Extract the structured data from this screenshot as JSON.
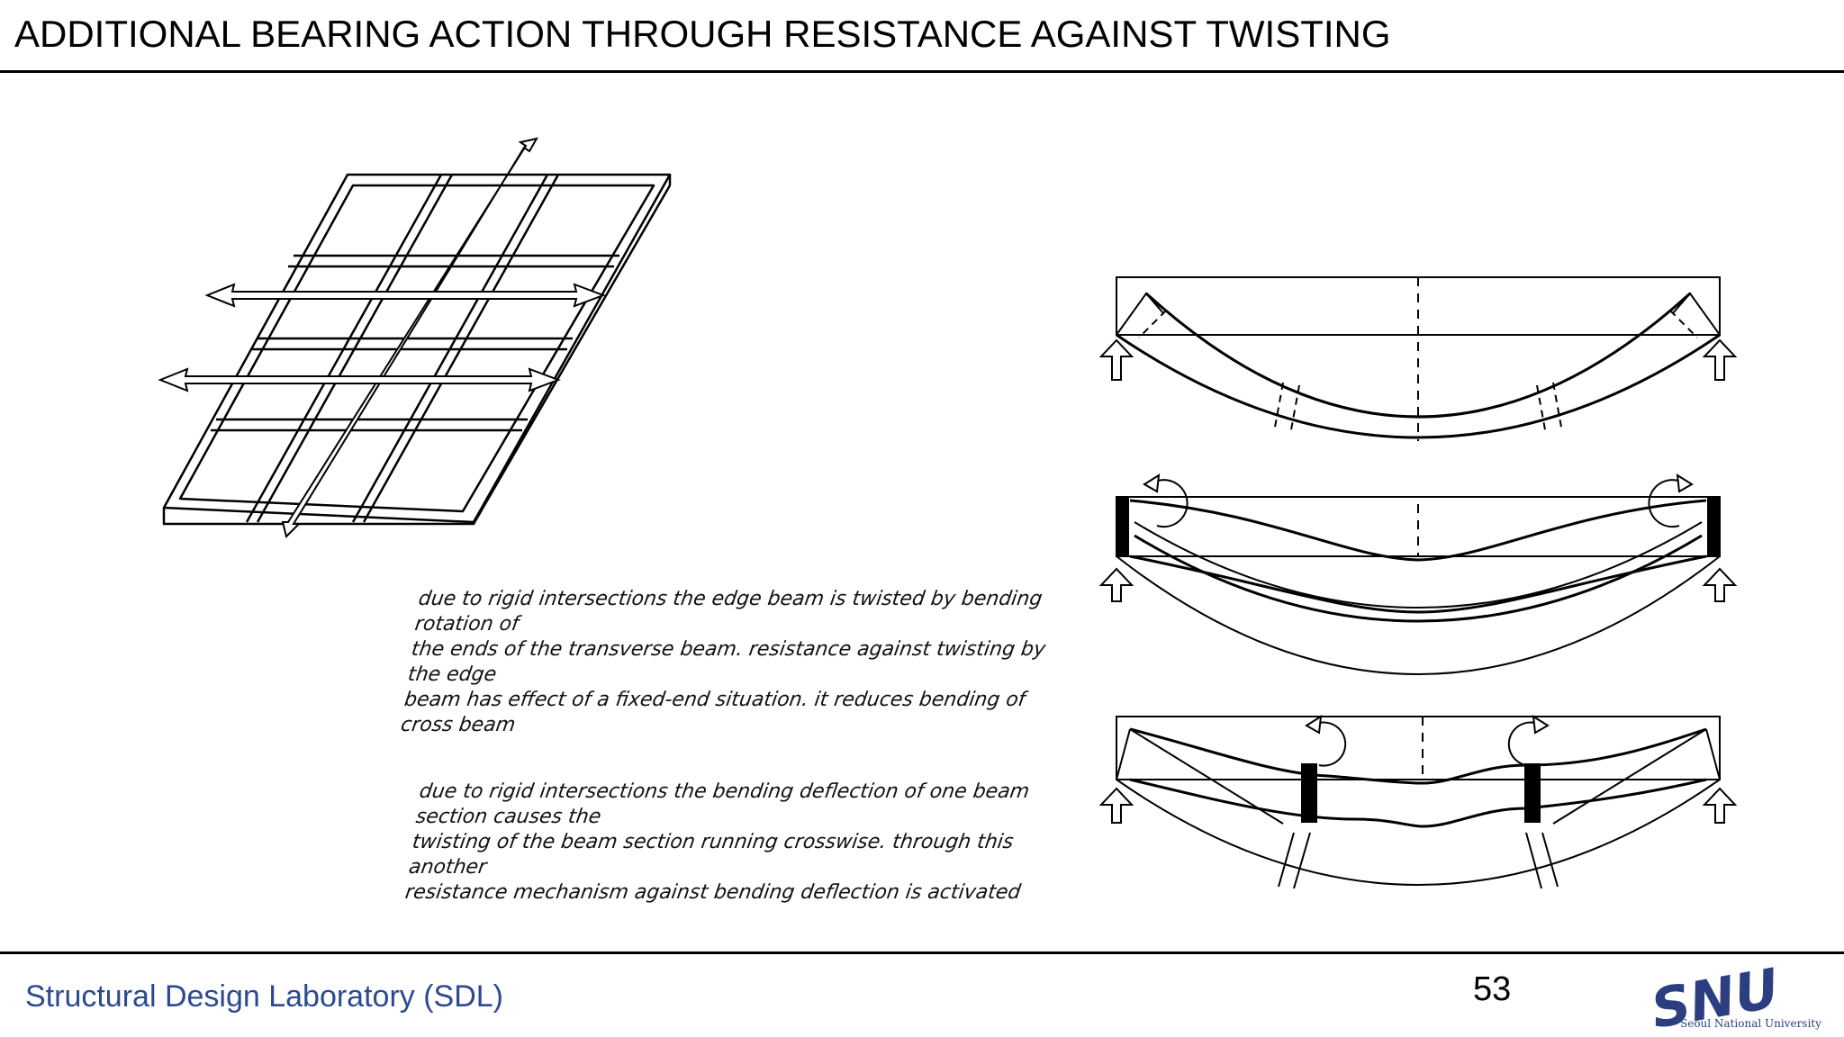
{
  "slide": {
    "title": "ADDITIONAL BEARING ACTION THROUGH RESISTANCE AGAINST TWISTING",
    "page_number": "53",
    "footer": "Structural Design Laboratory (SDL)"
  },
  "notes": {
    "note1": "due to rigid intersections  the edge beam  is twisted by bending rotation  of\nthe ends of the transverse beam.        resistance against twisting by the edge\nbeam has effect of a fixed-end situation.      it reduces bending  of cross beam",
    "note2": "due to rigid intersections the bending deflection of one beam section causes the\ntwisting of the beam section running crosswise.            through this   another\nresistance mechanism against bending deflection is activated"
  },
  "logo": {
    "text": "SNU",
    "subtitle": "Seoul National University",
    "color": "#2c3e80"
  },
  "colors": {
    "footer_text": "#2c4a8f",
    "line": "#000000"
  }
}
